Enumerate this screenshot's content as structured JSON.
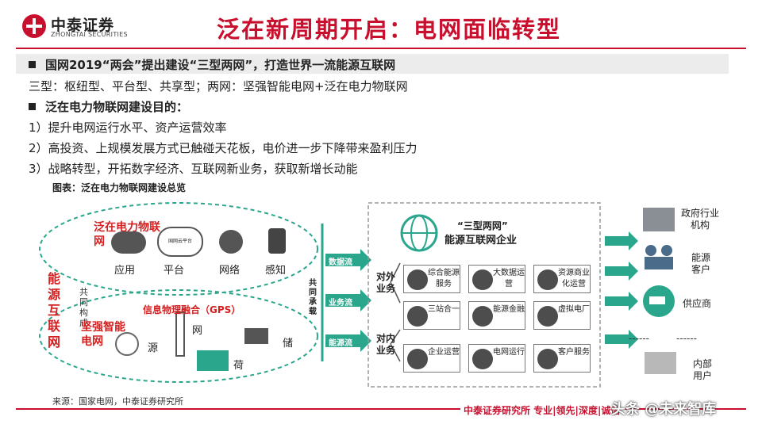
{
  "brand": {
    "name_cn": "中泰证券",
    "name_en": "ZHONGTAI SECURITIES"
  },
  "title": "泛在新周期开启：电网面临转型",
  "body": {
    "heading1": "国网2019“两会”提出建设“三型两网”，打造世界一流能源互联网",
    "line1": "三型：枢纽型、平台型、共享型；两网：坚强智能电网+泛在电力物联网",
    "heading2": "泛在电力物联网建设目的：",
    "items": [
      "1）提升电网运行水平、资产运营效率",
      "2）高投资、上规模发展方式已触碰天花板，电价进一步下降带来盈利压力",
      "3）战略转型，开拓数字经济、互联网新业务，获取新增长动能"
    ]
  },
  "caption": "图表：泛在电力物联网建设总览",
  "diagram": {
    "left_label": "能源互联网",
    "upper_arc": "泛在电力物联网",
    "lower_arc": "坚强智能电网",
    "middle_label": "共同构成",
    "cps_label": "信息物理融合（GPS）",
    "upper_nodes": [
      "应用",
      "平台",
      "网络",
      "感知"
    ],
    "lower_nodes": [
      "源",
      "网",
      "荷",
      "储"
    ],
    "platform_icon_text": "国网云平台",
    "joint_label": "共同承载",
    "flows": [
      "数据流",
      "业务流",
      "能源流"
    ],
    "enterprise_title": "“三型两网”",
    "enterprise_subtitle": "能源互联网企业",
    "external_label": "对外业务",
    "internal_label": "对内业务",
    "external_tiles": [
      "综合能源服务",
      "大数据运营",
      "资源商业化运营",
      "三站合一",
      "能源金融",
      "虚拟电厂"
    ],
    "internal_tiles": [
      "企业运营",
      "电网运行",
      "客户服务"
    ],
    "stakeholders": [
      "政府行业机构",
      "能源客户",
      "供应商",
      "内部用户"
    ],
    "dashes": "------"
  },
  "source": "来源：国家电网，中泰证券研究所",
  "footer": "中泰证券研究所 专业|领先|深度|诚信",
  "watermark": "头条 @未来智库",
  "colors": {
    "brand_red": "#c8102e",
    "teal": "#2aa68c",
    "highlight_red": "#d42020"
  }
}
